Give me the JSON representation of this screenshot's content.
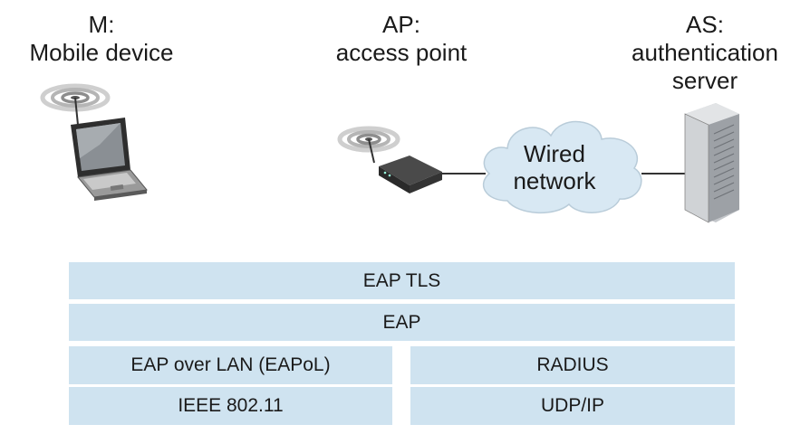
{
  "nodes": {
    "mobile": {
      "line1": "M:",
      "line2": "Mobile device"
    },
    "ap": {
      "line1": "AP:",
      "line2": "access point"
    },
    "as": {
      "line1": "AS:",
      "line2": "authentication",
      "line3": "server"
    }
  },
  "cloud": {
    "line1": "Wired",
    "line2": "network"
  },
  "stack": {
    "eap_tls": "EAP TLS",
    "eap": "EAP",
    "eapol": "EAP over LAN (EAPoL)",
    "radius": "RADIUS",
    "ieee": "IEEE 802.11",
    "udp_ip": "UDP/IP"
  },
  "colors": {
    "stack_fill": "#cfe3f0",
    "cloud_fill": "#d8e8f3",
    "device_dark": "#3a3a3a",
    "server_gray": "#b9bcc0"
  },
  "icons": [
    "wifi-signal-icon",
    "laptop-icon",
    "router-icon",
    "cloud-icon",
    "server-icon"
  ]
}
